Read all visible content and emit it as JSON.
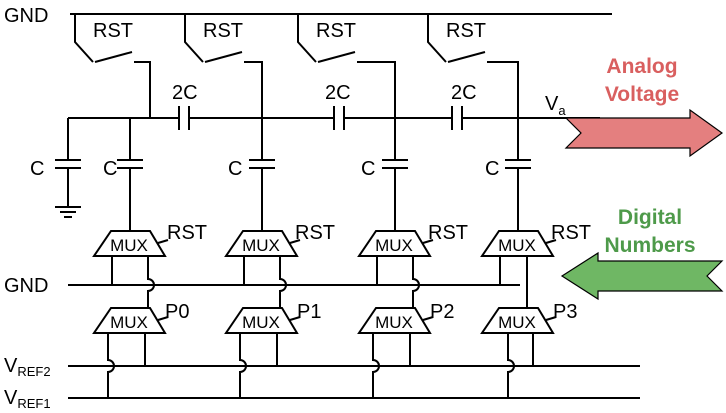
{
  "labels": {
    "gnd_top": "GND",
    "gnd_mid": "GND",
    "rst": "RST",
    "cap_2c": "2C",
    "cap_c": "C",
    "va_main": "V",
    "va_sub": "a",
    "mux": "MUX",
    "vref2_main": "V",
    "vref2_sub": "REF2",
    "vref1_main": "V",
    "vref1_sub": "REF1",
    "p0": "P0",
    "p1": "P1",
    "p2": "P2",
    "p3": "P3"
  },
  "arrows": {
    "analog_line1": "Analog",
    "analog_line2": "Voltage",
    "digital_line1": "Digital",
    "digital_line2": "Numbers"
  },
  "colors": {
    "analog_text": "#d95f5f",
    "analog_fill": "#e47f7f",
    "digital_text": "#4e9a4a",
    "digital_fill": "#6fb764",
    "wire": "#000000"
  }
}
